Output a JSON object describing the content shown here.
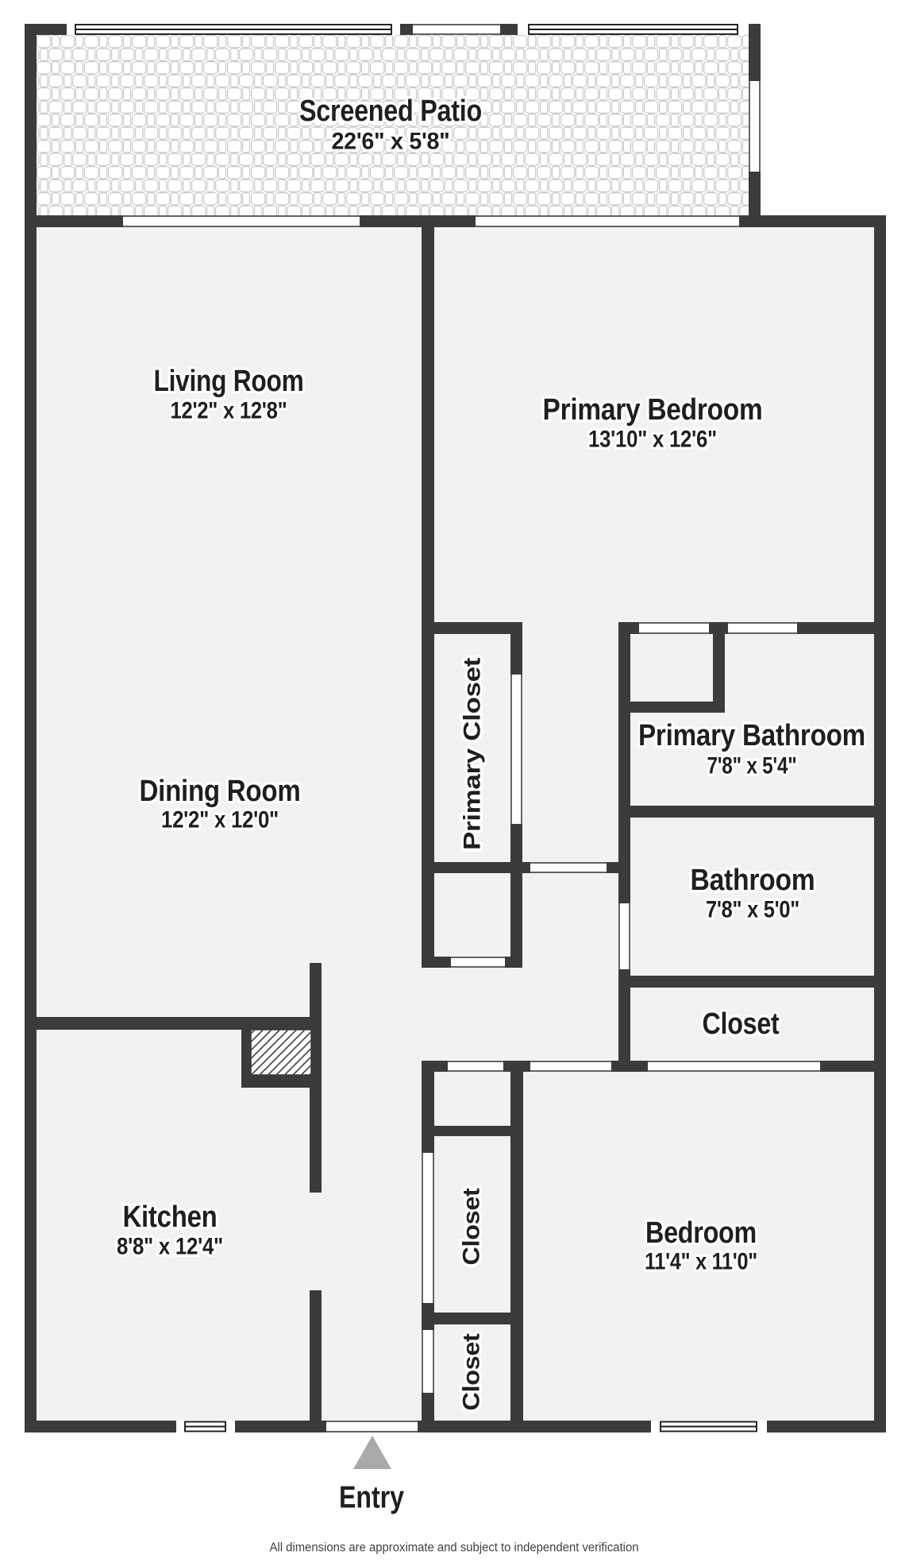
{
  "plan": {
    "type": "floor-plan",
    "rooms": {
      "screened_patio": {
        "name": "Screened Patio",
        "dims": "22'6\" x 5'8\""
      },
      "living_room": {
        "name": "Living Room",
        "dims": "12'2\" x 12'8\""
      },
      "primary_bedroom": {
        "name": "Primary Bedroom",
        "dims": "13'10\" x 12'6\""
      },
      "dining_room": {
        "name": "Dining Room",
        "dims": "12'2\" x 12'0\""
      },
      "primary_closet": {
        "name": "Primary Closet"
      },
      "primary_bathroom": {
        "name": "Primary Bathroom",
        "dims": "7'8\" x 5'4\""
      },
      "bathroom": {
        "name": "Bathroom",
        "dims": "7'8\" x 5'0\""
      },
      "hall_closet": {
        "name": "Closet"
      },
      "kitchen": {
        "name": "Kitchen",
        "dims": "8'8\" x 12'4\""
      },
      "bedroom": {
        "name": "Bedroom",
        "dims": "11'4\" x 11'0\""
      },
      "entry_closet_1": {
        "name": "Closet"
      },
      "entry_closet_2": {
        "name": "Closet"
      }
    },
    "entry": {
      "label": "Entry"
    },
    "footer": {
      "disclaimer": "All dimensions are approximate and subject to independent verification"
    },
    "colors": {
      "wall": "#3b3b3b",
      "room_fill": "#f2f2f2",
      "patio_fill": "#ffffff",
      "tile_line": "#cfcfcf",
      "opening_line": "#4c4c4c",
      "window_frame": "#1d1d1d",
      "label_text": "#1f1f1f",
      "entry_arrow": "#a9a9a9",
      "footer_text": "#3f3f3f"
    }
  }
}
